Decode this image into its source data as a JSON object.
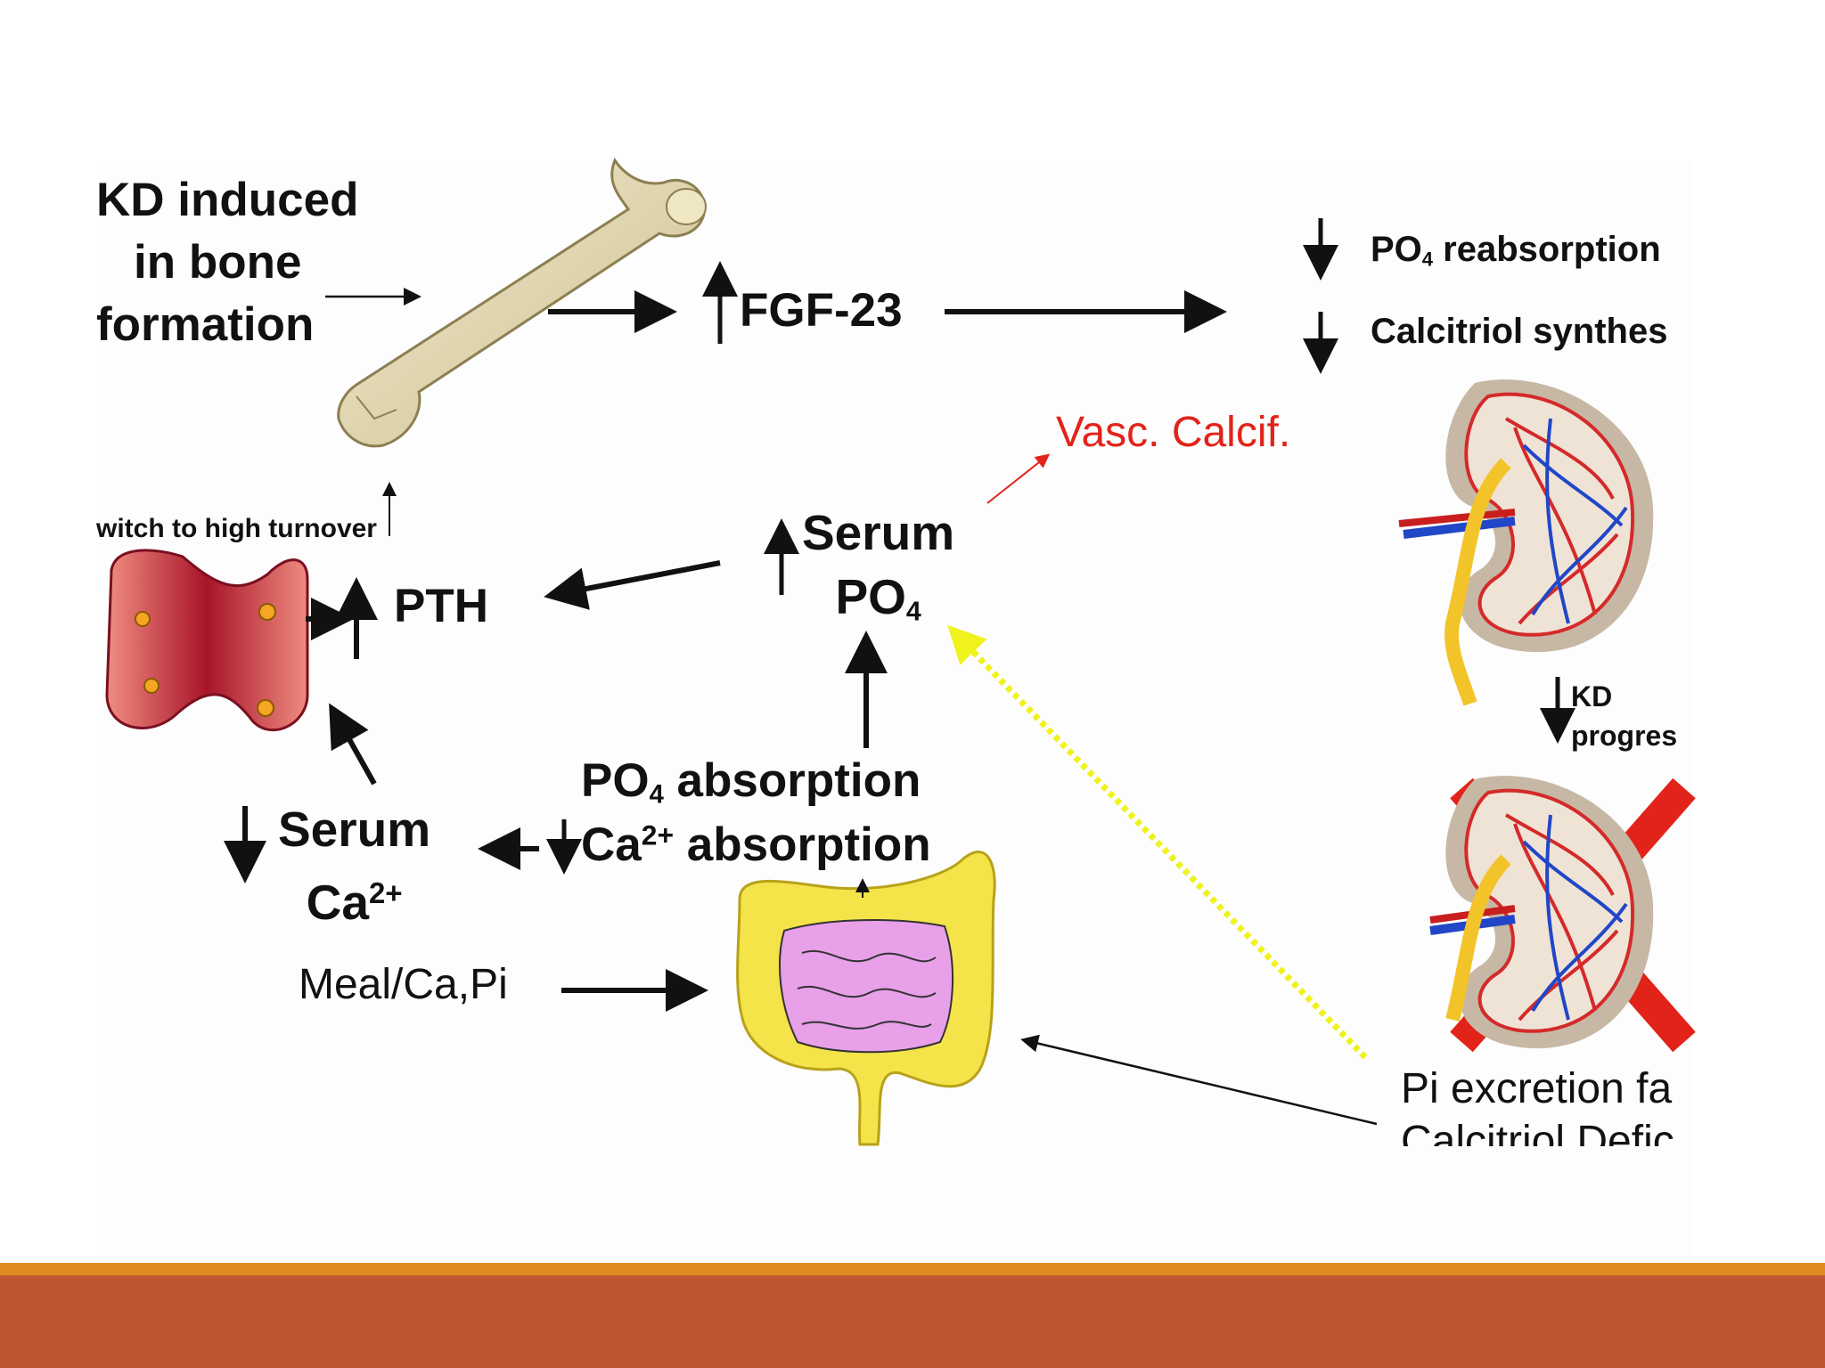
{
  "colors": {
    "footer_bar": "#BF5631",
    "footer_line": "#E08A1E",
    "vasc_calcif": "#E2231A",
    "yellow_dotted_arrow": "#F0F21C"
  },
  "labels": {
    "ckd_line1": "KD induced",
    "ckd_line2": "in bone",
    "ckd_line3": "formation",
    "fgf23": "FGF-23",
    "po4_reabs_a": "PO",
    "po4_reabs_sub": "4",
    "po4_reabs_b": " reabsorption",
    "calcitriol_synth": "Calcitriol synthes",
    "vasc_calcif": "Vasc. Calcif.",
    "switch_turnover": "witch to high turnover",
    "pth": "PTH",
    "serum_po4_1": "Serum",
    "serum_po4_2a": "PO",
    "serum_po4_2sub": "4",
    "kd_prog_1": "KD",
    "kd_prog_2": "progres",
    "po4_abs_a": "PO",
    "po4_abs_sub": "4",
    "po4_abs_b": " absorption",
    "ca_abs_a": "Ca",
    "ca_abs_sup": "2+",
    "ca_abs_b": " absorption",
    "serum_ca_1": "Serum",
    "serum_ca_2a": "Ca",
    "serum_ca_2sup": "2+",
    "meal": "Meal/Ca,Pi",
    "pi_excretion": "Pi excretion fa",
    "calcitriol_defic": "Calcitriol Defic"
  },
  "icons": [
    "bone-icon",
    "parathyroid-icon",
    "kidney-icon",
    "failed-kidney-icon",
    "intestine-icon"
  ]
}
